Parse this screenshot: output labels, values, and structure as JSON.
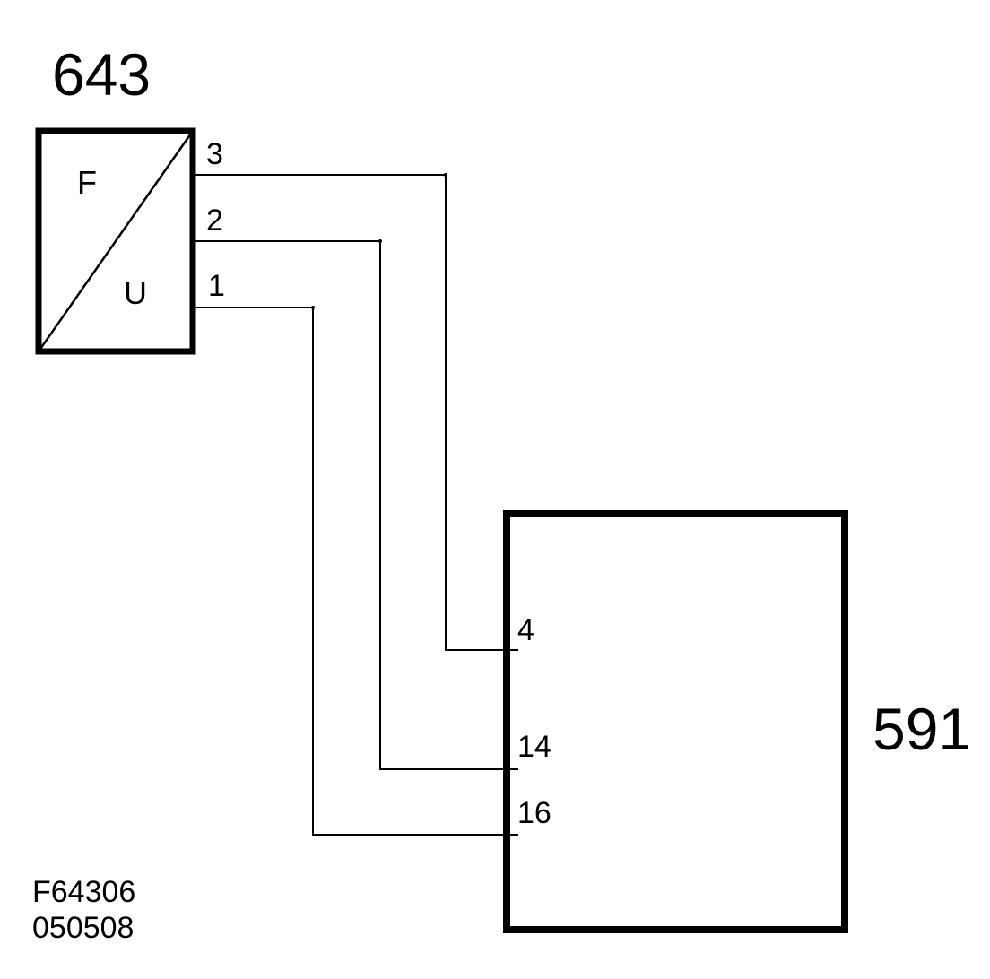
{
  "converter": {
    "id": "643",
    "input_symbol": "F",
    "output_symbol": "U",
    "pins": [
      "3",
      "2",
      "1"
    ]
  },
  "device": {
    "id": "591",
    "pins": [
      "4",
      "14",
      "16"
    ]
  },
  "connections": [
    {
      "from": "3",
      "to": "4"
    },
    {
      "from": "2",
      "to": "14"
    },
    {
      "from": "1",
      "to": "16"
    }
  ],
  "footer": {
    "code": "F64306",
    "date": "050508"
  },
  "colors": {
    "line": "#000000",
    "background": "#ffffff"
  }
}
